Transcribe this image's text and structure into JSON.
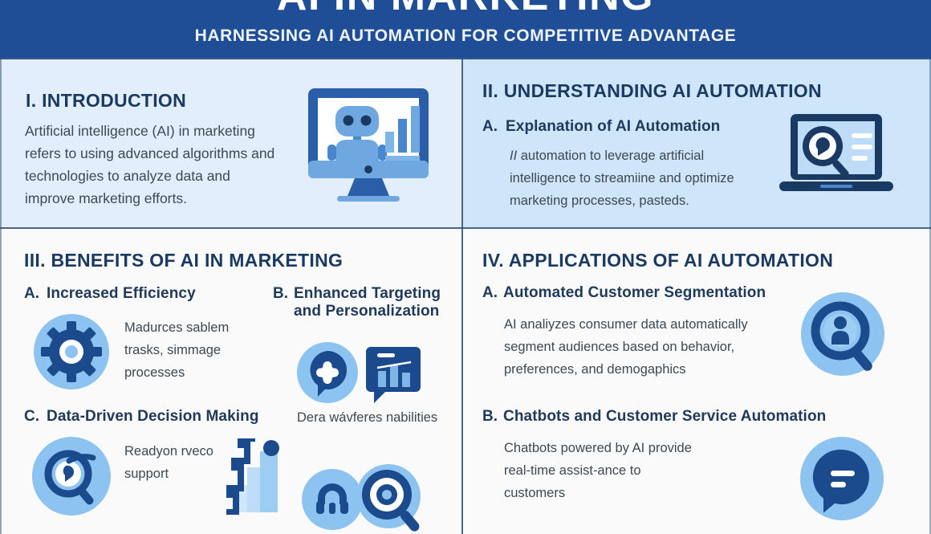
{
  "header": {
    "title": "AI IN MARKETING",
    "subtitle": "HARNESSING AI AUTOMATION FOR COMPETITIVE ADVANTAGE",
    "bg_color": "#1f4e96",
    "text_color": "#ffffff"
  },
  "palette": {
    "dark_blue": "#1b3a63",
    "mid_blue": "#2b5ea8",
    "light_blue": "#8dc3f0",
    "panel_top_left": "#e2eefb",
    "panel_top_right": "#cfe5fa",
    "panel_bottom": "#fafafa",
    "body_text": "#3d4852"
  },
  "sections": {
    "one": {
      "number_title": "I. INTRODUCTION",
      "body": "Artificial intelligence (AI) in marketing refers to using advanced algorithms and technologies to analyze data and improve marketing efforts.",
      "icon": "robot-on-monitor-with-bar-chart-icon"
    },
    "two": {
      "number_title": "II. UNDERSTANDING AI AUTOMATION",
      "items": [
        {
          "letter": "A.",
          "heading": "Explanation of AI Automation",
          "body_lead": "II",
          "body": " automation to leverage artificial intelligence to streamiine and optimize marketing processes, pasteds.",
          "icon": "laptop-with-magnifier-icon"
        }
      ]
    },
    "three": {
      "number_title": "III. BENEFITS OF AI IN MARKETING",
      "items": [
        {
          "letter": "A.",
          "heading": "Increased Efficiency",
          "body": "Madurces sablem trasks, simmage processes",
          "icon": "gear-icon"
        },
        {
          "letter": "B.",
          "heading": "Enhanced Targeting and Personalization",
          "body": "Dera wávferes nabilities",
          "icon": "puzzle-chat-bubble-icon"
        },
        {
          "letter": "C.",
          "heading": "Data-Driven Decision Making",
          "body": "Readyon rveco support",
          "icon": "magnifier-analytics-icon"
        }
      ]
    },
    "four": {
      "number_title": "IV. APPLICATIONS OF AI AUTOMATION",
      "items": [
        {
          "letter": "A.",
          "heading": "Automated Customer Segmentation",
          "body": "AI analiyzes consumer data automatically segment audiences based on behavior, preferences, and demogaphics",
          "icon": "customer-segmentation-magnifier-icon"
        },
        {
          "letter": "B.",
          "heading": "Chatbots and Customer Service Automation",
          "body": "Chatbots powered by AI provide real-time assist-ance to customers",
          "icon": "chat-bubble-icon"
        }
      ]
    }
  }
}
